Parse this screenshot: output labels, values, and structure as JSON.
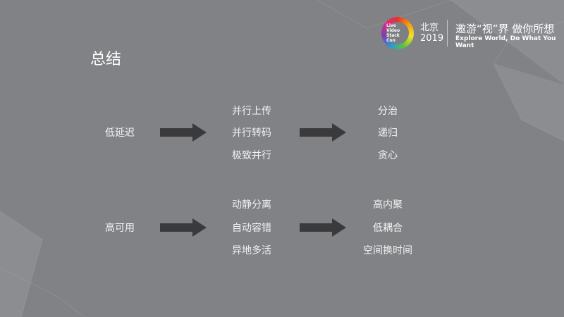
{
  "header": {
    "logo_text": [
      "Live Video",
      "Stack Con"
    ],
    "city": "北京",
    "year": "2019",
    "slogan_cn": "邀游“视”界 做你所想",
    "slogan_en": "Explore World, Do What You Want"
  },
  "title": "总结",
  "groups": [
    {
      "label": "低延迟",
      "methods": [
        "并行上传",
        "并行转码",
        "极致并行"
      ],
      "principles": [
        "分治",
        "递归",
        "贪心"
      ]
    },
    {
      "label": "高可用",
      "methods": [
        "动静分离",
        "自动容错",
        "异地多活"
      ],
      "principles": [
        "高内聚",
        "低耦合",
        "空间换时间"
      ]
    }
  ],
  "colors": {
    "background": "#818285",
    "arrow": "#3a3a3c",
    "text": "#ffffff"
  }
}
